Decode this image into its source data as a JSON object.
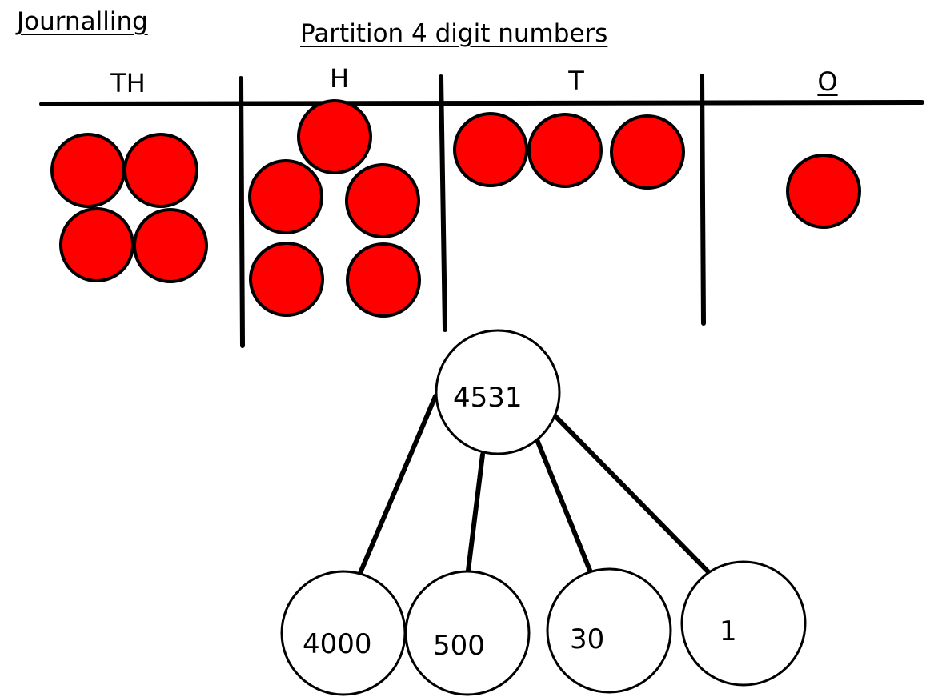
{
  "header": {
    "journal_title": "Journalling",
    "lesson_title": "Partition 4 digit numbers"
  },
  "place_value_chart": {
    "columns": [
      {
        "label": "TH",
        "counters": 4
      },
      {
        "label": "H",
        "counters": 5
      },
      {
        "label": "T",
        "counters": 3
      },
      {
        "label": "O",
        "counters": 1
      }
    ],
    "counter_color": "#ff0000"
  },
  "part_whole": {
    "whole": "4531",
    "parts": [
      "4000",
      "500",
      "30",
      "1"
    ]
  }
}
